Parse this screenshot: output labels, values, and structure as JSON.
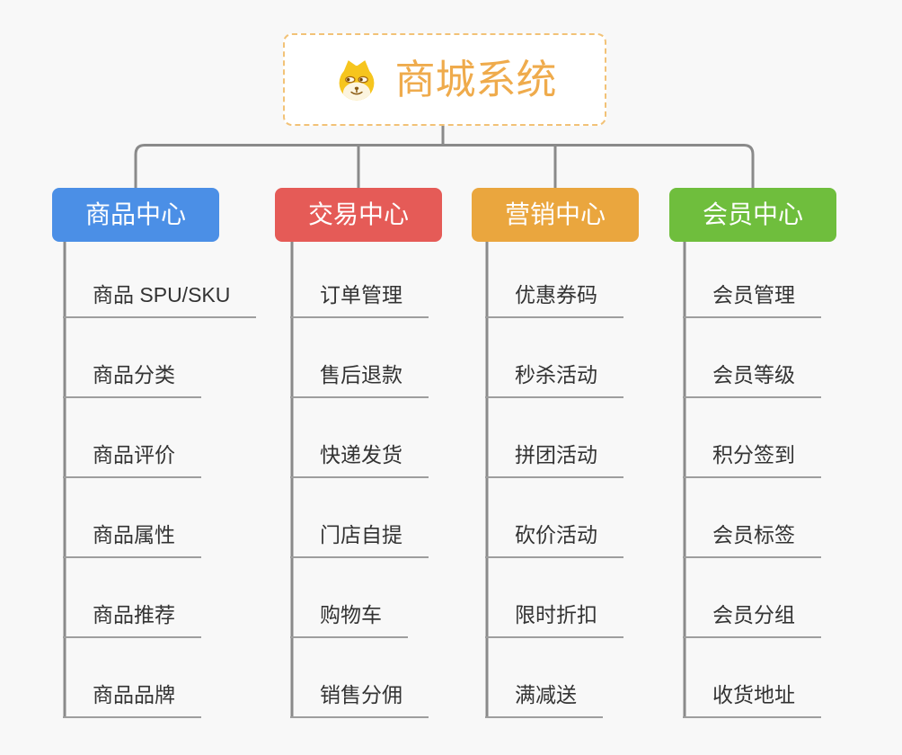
{
  "root": {
    "title": "商城系统",
    "icon": "doge-icon",
    "title_color": "#EFAB4C",
    "border_color": "#F2C277",
    "background": "#FFFFFF"
  },
  "canvas": {
    "background_color": "#F8F8F8",
    "connector_color": "#8A8A8A",
    "underline_color": "#9E9E9E",
    "leaf_text_color": "#333333"
  },
  "branches": [
    {
      "label": "商品中心",
      "color": "#4B8FE6",
      "items": [
        "商品 SPU/SKU",
        "商品分类",
        "商品评价",
        "商品属性",
        "商品推荐",
        "商品品牌"
      ]
    },
    {
      "label": "交易中心",
      "color": "#E55B57",
      "items": [
        "订单管理",
        "售后退款",
        "快递发货",
        "门店自提",
        "购物车",
        "销售分佣"
      ]
    },
    {
      "label": "营销中心",
      "color": "#EAA63E",
      "items": [
        "优惠券码",
        "秒杀活动",
        "拼团活动",
        "砍价活动",
        "限时折扣",
        "满减送"
      ]
    },
    {
      "label": "会员中心",
      "color": "#6FBE3D",
      "items": [
        "会员管理",
        "会员等级",
        "积分签到",
        "会员标签",
        "会员分组",
        "收货地址"
      ]
    }
  ]
}
